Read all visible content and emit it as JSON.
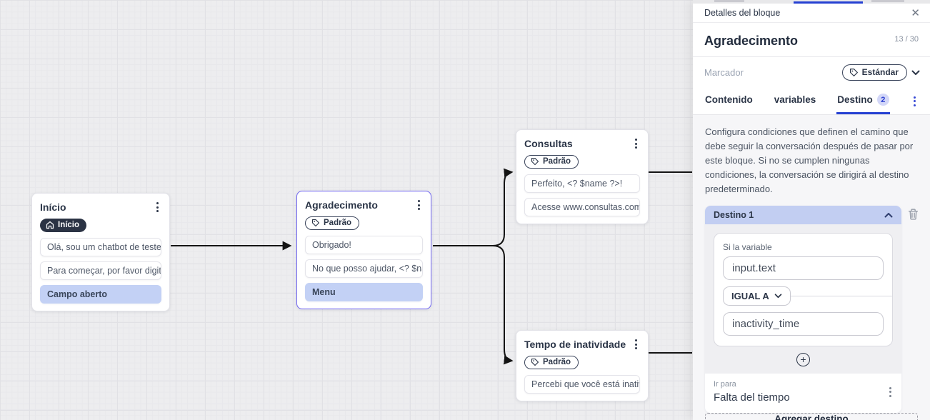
{
  "canvas": {
    "nodes": [
      {
        "title": "Início",
        "badge": "Início",
        "messages": [
          "Olá, sou um chatbot de teste!",
          "Para começar, por favor digite o ..."
        ],
        "action": "Campo aberto"
      },
      {
        "title": "Agradecimento",
        "badge": "Padrão",
        "messages": [
          "Obrigado!",
          "No que posso ajudar, <? $name ..."
        ],
        "action": "Menu"
      },
      {
        "title": "Consultas",
        "badge": "Padrão",
        "messages": [
          "Perfeito, <? $name ?>!",
          "Acesse www.consultas.com par..."
        ]
      },
      {
        "title": "Tempo de inatividade",
        "badge": "Padrão",
        "messages": [
          "Percebi que você está inativo. C..."
        ]
      }
    ]
  },
  "panel": {
    "header_title": "Detalles del bloque",
    "block_title": "Agradecimento",
    "counter": "13 / 30",
    "marcador_label": "Marcador",
    "marcador_value": "Estándar",
    "tabs": [
      {
        "label": "Contenido"
      },
      {
        "label": "variables"
      },
      {
        "label": "Destino",
        "badge": "2"
      }
    ],
    "description": "Configura condiciones que definen el camino que debe seguir la conversación después de pasar por este bloque. Si no se cumplen ningunas condiciones, la conversación se dirigirá al destino predeterminado.",
    "destination": {
      "header": "Destino 1",
      "condition_label": "Si la variable",
      "variable_value": "input.text",
      "operator": "IGUAL A",
      "compare_value": "inactivity_time",
      "goto_label": "Ir para",
      "goto_value": "Falta del tiempo"
    },
    "add_destination_label": "Agregar destino"
  },
  "colors": {
    "accent_blue": "#2540d2",
    "periwinkle": "#c3d1f5",
    "dark_badge": "#2b3344",
    "selected_node_border": "#6e63f1",
    "canvas_bg": "#ededef"
  }
}
